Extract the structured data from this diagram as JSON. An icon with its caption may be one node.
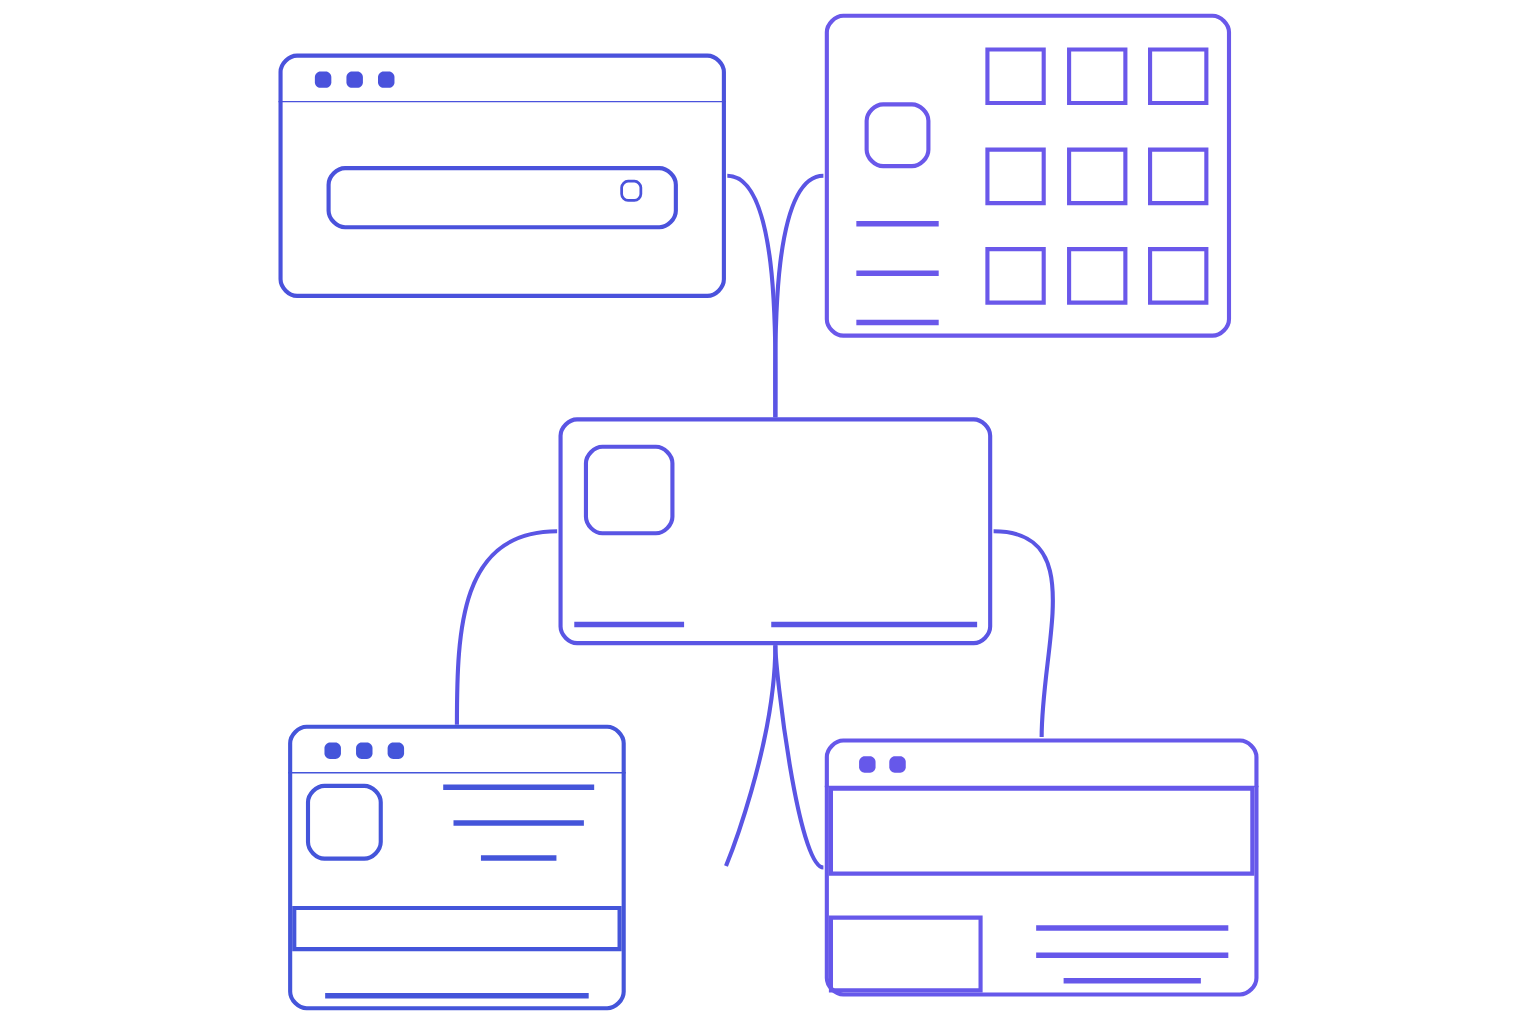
{
  "diagram": {
    "nodes": [
      {
        "text": [],
        "shape": "picture"
      },
      {
        "text": [],
        "shape": "picture"
      },
      {
        "text": [],
        "shape": "picture"
      },
      {
        "text": [],
        "shape": "picture"
      },
      {
        "text": [],
        "shape": "picture"
      }
    ],
    "edges": [
      {
        "from": 0,
        "to": 2,
        "arrow": "none"
      },
      {
        "from": 1,
        "to": 2,
        "arrow": "none"
      },
      {
        "from": 2,
        "to": 3,
        "arrow": "none"
      },
      {
        "from": 2,
        "to": 4,
        "arrow": "none"
      },
      {
        "from": 2,
        "to": 4,
        "arrow": "none"
      },
      {
        "from": 2,
        "to": null,
        "arrow": "none"
      }
    ]
  }
}
